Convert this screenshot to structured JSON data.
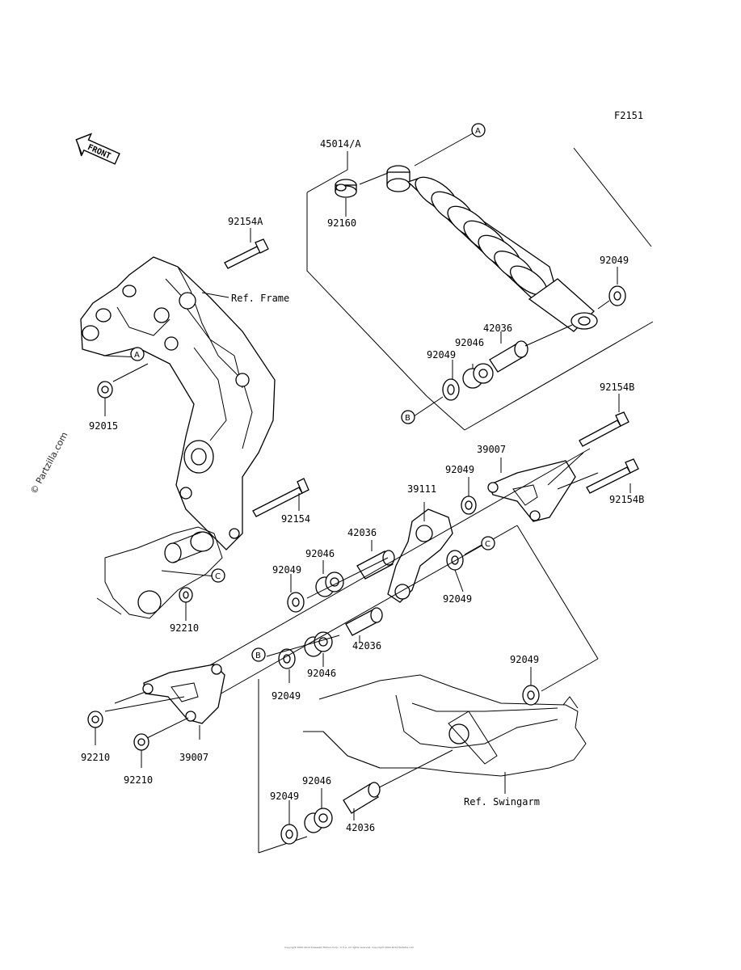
{
  "figure_code": "F2151",
  "front_arrow": "FRONT",
  "watermark": "© Partzilla.com",
  "refs": {
    "frame": "Ref. Frame",
    "swingarm": "Ref. Swingarm"
  },
  "circle_marks": [
    "A",
    "A",
    "B",
    "B",
    "C",
    "C"
  ],
  "parts": {
    "p45014A": "45014/A",
    "p92160": "92160",
    "p92154A": "92154A",
    "p92049_shock": "92049",
    "p42036_shock": "42036",
    "p92046_shock": "92046",
    "p92049_shockB": "92049",
    "p92015": "92015",
    "p92154B_top": "92154B",
    "p39007_right": "39007",
    "p92049_r1": "92049",
    "p92154B_right": "92154B",
    "p39111": "39111",
    "p92154": "92154",
    "p42036_mid": "42036",
    "p92046_mid": "92046",
    "p92049_left": "92049",
    "p92049_rc": "92049",
    "p92210_top": "92210",
    "p42036_low": "42036",
    "p92046_low": "92046",
    "p92049_low": "92049",
    "p92049_swing": "92049",
    "p92210_left": "92210",
    "p39007_left": "39007",
    "p92210_bot": "92210",
    "p92046_bottom": "92046",
    "p92049_bottom": "92049",
    "p42036_bottom": "42036"
  },
  "copyright": "Copyright 2000-2014 Kawasaki Motors Corp., U.S.A. All rights reserved. Copyright 2000-2014 Partzilla.com"
}
